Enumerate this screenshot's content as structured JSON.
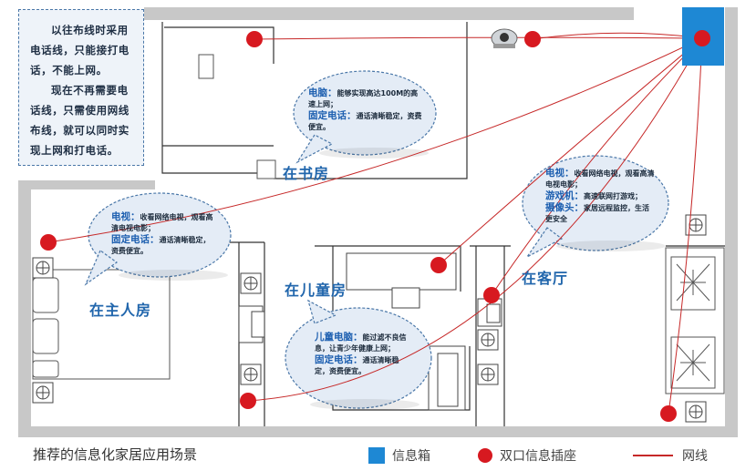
{
  "note": {
    "para1": "以往布线时采用电话线，只能接打电话，不能上网。",
    "para2": "现在不再需要电话线，只需使用网线布线，就可以同时实现上网和打电话。"
  },
  "rooms": {
    "study": "在书房",
    "master": "在主人房",
    "child": "在儿童房",
    "living": "在客厅"
  },
  "bubbles": {
    "study": {
      "k1": "电脑：",
      "t1": "能够实现高达100M的高速上网；",
      "k2": "固定电话：",
      "t2": "通话清晰稳定，资费便宜。"
    },
    "master": {
      "k1": "电视：",
      "t1": "收看网络电视，观看高清电视电影；",
      "k2": "固定电话：",
      "t2": "通话清晰稳定，资费便宜。"
    },
    "living": {
      "k1": "电视：",
      "t1": "收看网络电视，观看高清电视电影；",
      "k2": "游戏机：",
      "t2": "高速联网打游戏；",
      "k3": "摄像头：",
      "t3": "家居远程监控，生活更安全"
    },
    "child": {
      "k1": "儿童电脑：",
      "t1": "能过滤不良信息，让青少年健康上网；",
      "k2": "固定电话：",
      "t2": "通话清晰稳定，资费便宜。"
    }
  },
  "caption": "推荐的信息化家居应用场景",
  "legend": {
    "box": "信息箱",
    "socket": "双口信息插座",
    "cable": "网线"
  },
  "colors": {
    "info_box": "#1e88d4",
    "socket": "#d71920",
    "cable": "#c62828",
    "wall": "#c8c8c8",
    "label": "#2166ac"
  }
}
